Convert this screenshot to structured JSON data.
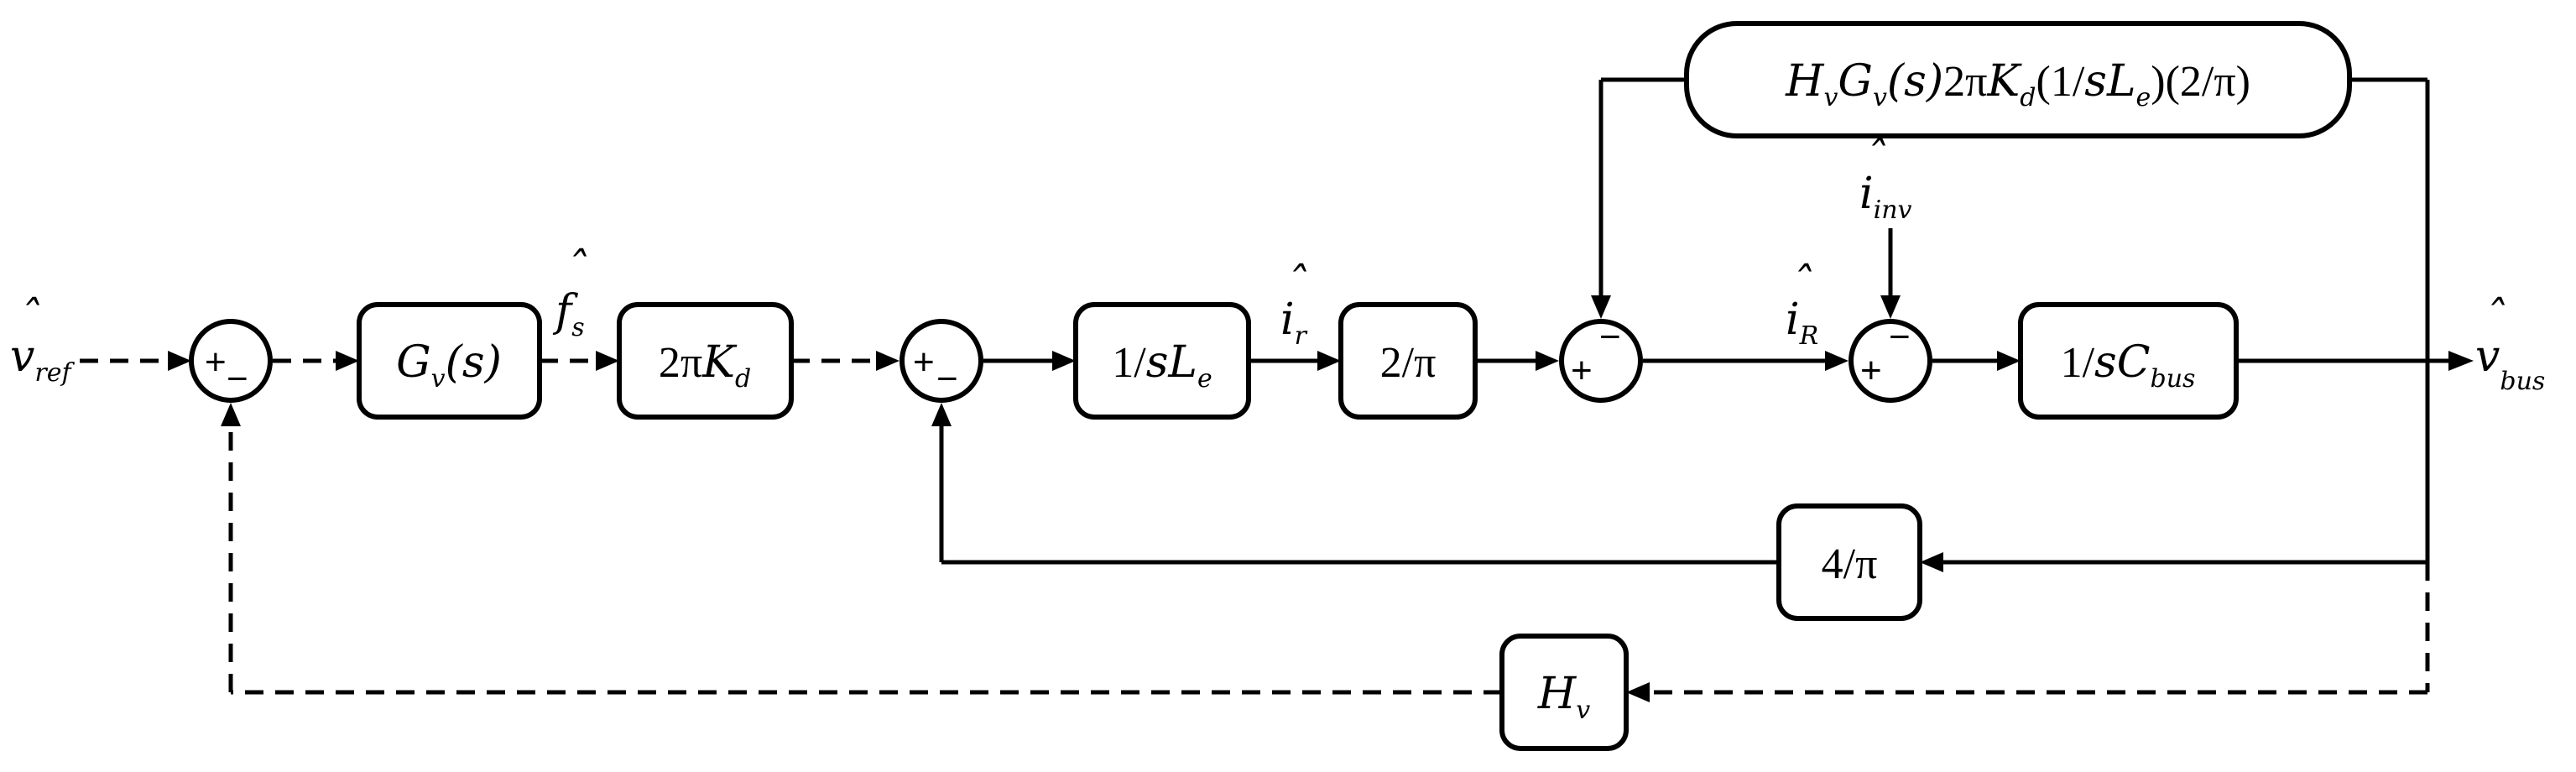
{
  "blocks": {
    "gv": {
      "func": "G",
      "sub": "v",
      "arg": "(s)"
    },
    "kd": {
      "coef": "2π",
      "var": "K",
      "sub": "d"
    },
    "le": {
      "pre": "1/",
      "var1": "s",
      "var2": "L",
      "sub": "e"
    },
    "twopi": {
      "label": "2/π"
    },
    "cbus": {
      "pre": "1/",
      "var1": "s",
      "var2": "C",
      "sub": "bus"
    },
    "fourpi": {
      "label": "4/π"
    },
    "hv": {
      "var": "H",
      "sub": "v"
    },
    "top": {
      "h": "H",
      "h_sub": "v",
      "g": "G",
      "g_sub": "v",
      "g_arg": "(s)",
      "coef": "2π",
      "k": "K",
      "k_sub": "d",
      "p1": "(1/",
      "s": "s",
      "l": "L",
      "l_sub": "e",
      "p2": ")",
      "tail": "(2/π)"
    }
  },
  "signals": {
    "vref": {
      "var": "v",
      "sub": "ref",
      "hat": "ˆ"
    },
    "fs": {
      "var": "f",
      "sub": "s",
      "hat": "ˆ"
    },
    "ir": {
      "var": "i",
      "sub": "r",
      "hat": "ˆ"
    },
    "iR": {
      "var": "i",
      "sub": "R",
      "hat": "ˆ"
    },
    "iinv": {
      "var": "i",
      "sub": "inv",
      "hat": "ˆ"
    },
    "vbus": {
      "var": "v",
      "sub": "bus",
      "hat": "ˆ"
    }
  },
  "sums": {
    "s1": {
      "plus": "+",
      "minus": "−"
    },
    "s2": {
      "plus": "+",
      "minus": "−"
    },
    "s3": {
      "plus": "+",
      "minus": "−"
    },
    "s4": {
      "plus": "+",
      "minus": "−"
    }
  }
}
